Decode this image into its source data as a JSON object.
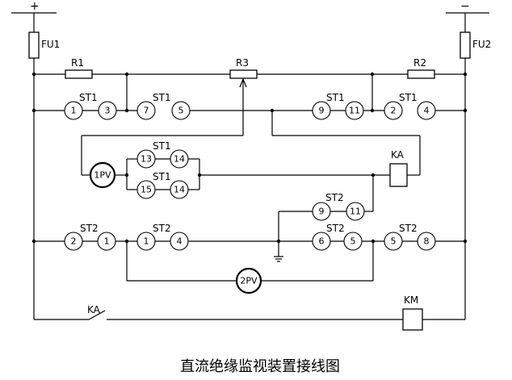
{
  "caption": "直流绝缘监视装置接线图",
  "polarity": {
    "plus": "+",
    "minus": "−"
  },
  "fuses": {
    "left": "FU1",
    "right": "FU2"
  },
  "resistors": {
    "r1": "R1",
    "r2": "R2",
    "r3": "R3"
  },
  "switch_labels": {
    "st1": "ST1",
    "st2": "ST2"
  },
  "meters": {
    "pv1": "1PV",
    "pv2": "2PV"
  },
  "relays": {
    "ka": "KA",
    "km": "KM"
  },
  "contact_label": "KA",
  "terminals": {
    "row1": [
      "1",
      "3",
      "7",
      "5",
      "9",
      "11",
      "2",
      "4"
    ],
    "pv1_upper": [
      "13",
      "14"
    ],
    "pv1_lower": [
      "15",
      "14"
    ],
    "st2_upper": [
      "9",
      "11"
    ],
    "row4": [
      "2",
      "1",
      "1",
      "4",
      "6",
      "5",
      "5",
      "8"
    ]
  }
}
